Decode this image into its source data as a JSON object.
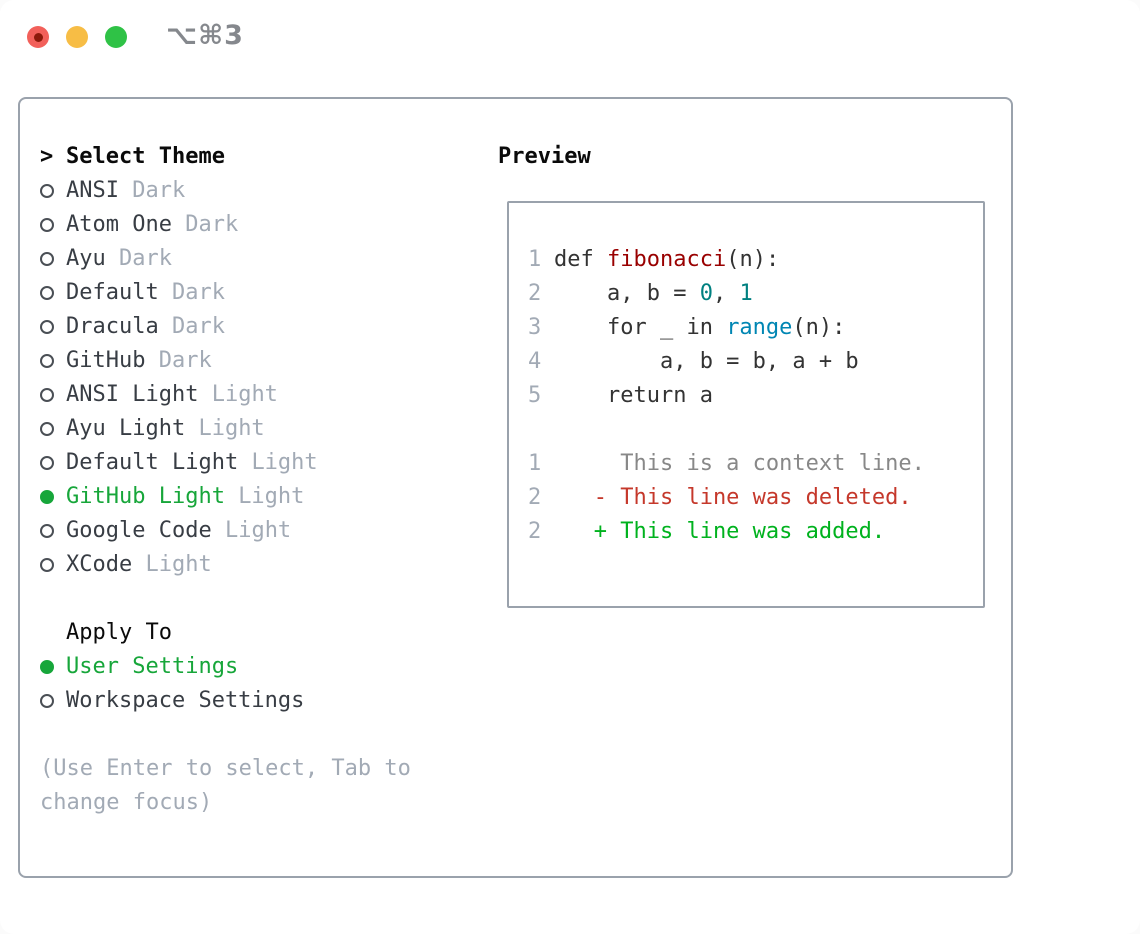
{
  "window": {
    "title": "⌥⌘3",
    "buttons": {
      "close": "close",
      "minimize": "minimize",
      "zoom": "zoom"
    }
  },
  "colors": {
    "accent": "#17a63a",
    "muted": "#a2aab5",
    "text": "#383d44",
    "heading": "#0a0a0a",
    "border": "#9aa2ac",
    "code": "#333333",
    "fn": "#990000",
    "num": "#008080",
    "builtin": "#0086b3",
    "context": "#888888",
    "deleted": "#c5382b",
    "added": "#00b21e",
    "title-gray": "#85888d",
    "light-red": "#f2605a",
    "light-yellow": "#f7bd45",
    "light-green": "#2fc246",
    "close-dot": "#8c1a0b"
  },
  "theme_list": {
    "cursor": ">",
    "title": "Select Theme",
    "items": [
      {
        "name": "ANSI",
        "variant": "Dark",
        "selected": false
      },
      {
        "name": "Atom One",
        "variant": "Dark",
        "selected": false
      },
      {
        "name": "Ayu",
        "variant": "Dark",
        "selected": false
      },
      {
        "name": "Default",
        "variant": "Dark",
        "selected": false
      },
      {
        "name": "Dracula",
        "variant": "Dark",
        "selected": false
      },
      {
        "name": "GitHub",
        "variant": "Dark",
        "selected": false
      },
      {
        "name": "ANSI Light",
        "variant": "Light",
        "selected": false
      },
      {
        "name": "Ayu Light",
        "variant": "Light",
        "selected": false
      },
      {
        "name": "Default Light",
        "variant": "Light",
        "selected": false
      },
      {
        "name": "GitHub Light",
        "variant": "Light",
        "selected": true
      },
      {
        "name": "Google Code",
        "variant": "Light",
        "selected": false
      },
      {
        "name": "XCode",
        "variant": "Light",
        "selected": false
      }
    ]
  },
  "apply_to": {
    "title": "Apply To",
    "options": [
      {
        "label": "User Settings",
        "selected": true
      },
      {
        "label": "Workspace Settings",
        "selected": false
      }
    ]
  },
  "hint": "(Use Enter to select, Tab to change focus)",
  "preview": {
    "title": "Preview",
    "lines": [
      {
        "num": "1",
        "tokens": [
          {
            "t": "def ",
            "c": "code"
          },
          {
            "t": "fibonacci",
            "c": "fn"
          },
          {
            "t": "(n):",
            "c": "code"
          }
        ]
      },
      {
        "num": "2",
        "tokens": [
          {
            "t": "    a, b = ",
            "c": "code"
          },
          {
            "t": "0",
            "c": "num"
          },
          {
            "t": ", ",
            "c": "code"
          },
          {
            "t": "1",
            "c": "num"
          }
        ]
      },
      {
        "num": "3",
        "tokens": [
          {
            "t": "    for _ in ",
            "c": "code"
          },
          {
            "t": "range",
            "c": "builtin"
          },
          {
            "t": "(n):",
            "c": "code"
          }
        ]
      },
      {
        "num": "4",
        "tokens": [
          {
            "t": "        a, b = b, a + b",
            "c": "code"
          }
        ]
      },
      {
        "num": "5",
        "tokens": [
          {
            "t": "    return a",
            "c": "code"
          }
        ]
      },
      {
        "num": "",
        "tokens": []
      },
      {
        "num": "1",
        "tokens": [
          {
            "t": "     This is a context line.",
            "c": "context"
          }
        ]
      },
      {
        "num": "2",
        "tokens": [
          {
            "t": "   - This line was deleted.",
            "c": "deleted"
          }
        ]
      },
      {
        "num": "2",
        "tokens": [
          {
            "t": "   + This line was added.",
            "c": "added"
          }
        ]
      }
    ]
  }
}
